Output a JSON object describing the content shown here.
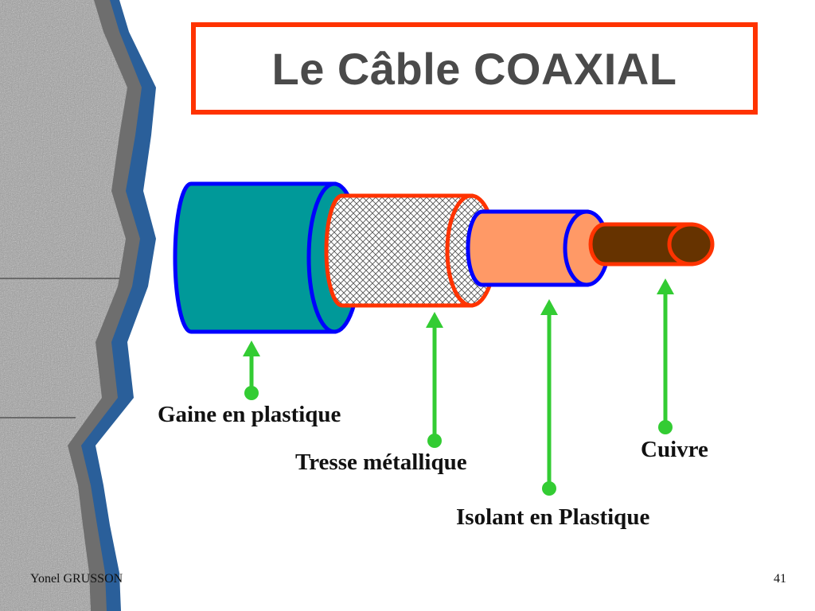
{
  "title": "Le Câble COAXIAL",
  "labels": {
    "gaine": "Gaine en plastique",
    "tresse": "Tresse métallique",
    "isolant": "Isolant en Plastique",
    "cuivre": "Cuivre"
  },
  "footer": {
    "author": "Yonel GRUSSON",
    "page": "41"
  },
  "colors": {
    "title_border": "#ff3300",
    "jacket": "#009999",
    "jacket_outline": "#0000ff",
    "braid_outline": "#ff3300",
    "insulator": "#ff9966",
    "copper": "#663300",
    "arrow": "#33cc33"
  }
}
